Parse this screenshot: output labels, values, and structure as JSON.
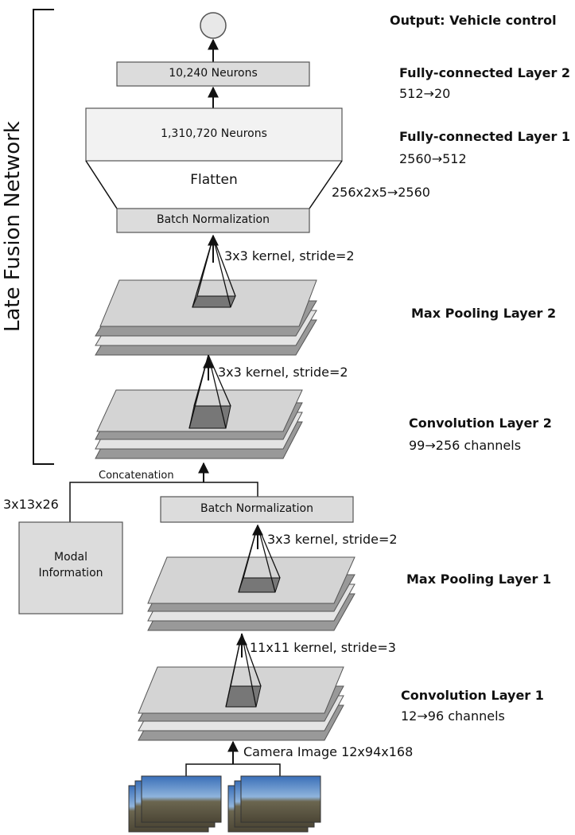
{
  "side_label": "Late Fusion Network",
  "output_label": "Output: Vehicle control",
  "fc2": {
    "title": "Fully-connected Layer 2",
    "dims": "512→20",
    "box": "10,240 Neurons"
  },
  "fc1": {
    "title": "Fully-connected Layer 1",
    "dims": "2560→512",
    "box": "1,310,720 Neurons"
  },
  "flatten": {
    "label": "Flatten",
    "dims": "256x2x5→2560"
  },
  "bn_top": "Batch Normalization",
  "bn_mid": "Batch Normalization",
  "pool2": {
    "title": "Max Pooling Layer 2",
    "kernel": "3x3 kernel, stride=2"
  },
  "conv2": {
    "title": "Convolution Layer 2",
    "dims": "99→256 channels",
    "kernel": "3x3 kernel, stride=2"
  },
  "concat": "Concatenation",
  "modal": {
    "line1": "Modal",
    "line2": "Information",
    "dims": "3x13x26"
  },
  "pool1": {
    "title": "Max Pooling Layer 1",
    "kernel": "3x3 kernel, stride=2"
  },
  "conv1": {
    "title": "Convolution Layer 1",
    "dims": "12→96 channels",
    "kernel": "11x11 kernel, stride=3"
  },
  "input": "Camera Image 12x94x168",
  "colors": {
    "box_fill": "#dcdcdc",
    "layer_fill": "#d4d4d4",
    "layer_edge": "#555555",
    "fc_fill": "#f2f2f2"
  }
}
